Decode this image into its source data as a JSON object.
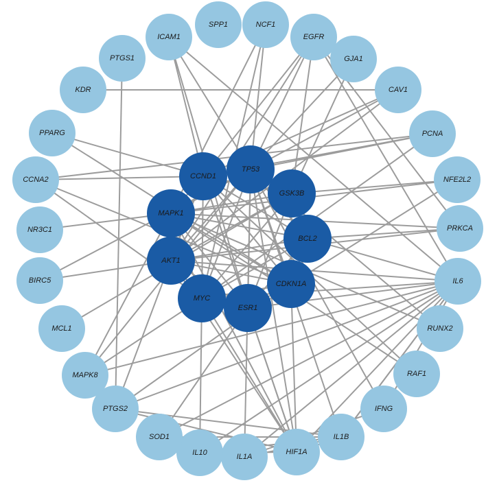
{
  "colors": {
    "outer_node": "#95c6e1",
    "core_node": "#1a5ba5",
    "edge": "#9c9c9c",
    "label": "#1a1a1a"
  },
  "nodes": [
    {
      "id": "SPP1",
      "group": "outer"
    },
    {
      "id": "NCF1",
      "group": "outer"
    },
    {
      "id": "EGFR",
      "group": "outer"
    },
    {
      "id": "GJA1",
      "group": "outer"
    },
    {
      "id": "CAV1",
      "group": "outer"
    },
    {
      "id": "PCNA",
      "group": "outer"
    },
    {
      "id": "NFE2L2",
      "group": "outer"
    },
    {
      "id": "PRKCA",
      "group": "outer"
    },
    {
      "id": "IL6",
      "group": "outer"
    },
    {
      "id": "RUNX2",
      "group": "outer"
    },
    {
      "id": "RAF1",
      "group": "outer"
    },
    {
      "id": "IFNG",
      "group": "outer"
    },
    {
      "id": "IL1B",
      "group": "outer"
    },
    {
      "id": "HIF1A",
      "group": "outer"
    },
    {
      "id": "IL1A",
      "group": "outer"
    },
    {
      "id": "IL10",
      "group": "outer"
    },
    {
      "id": "SOD1",
      "group": "outer"
    },
    {
      "id": "PTGS2",
      "group": "outer"
    },
    {
      "id": "MAPK8",
      "group": "outer"
    },
    {
      "id": "MCL1",
      "group": "outer"
    },
    {
      "id": "BIRC5",
      "group": "outer"
    },
    {
      "id": "NR3C1",
      "group": "outer"
    },
    {
      "id": "CCNA2",
      "group": "outer"
    },
    {
      "id": "PPARG",
      "group": "outer"
    },
    {
      "id": "KDR",
      "group": "outer"
    },
    {
      "id": "PTGS1",
      "group": "outer"
    },
    {
      "id": "ICAM1",
      "group": "outer"
    },
    {
      "id": "TP53",
      "group": "core"
    },
    {
      "id": "GSK3B",
      "group": "core"
    },
    {
      "id": "BCL2",
      "group": "core"
    },
    {
      "id": "CDKN1A",
      "group": "core"
    },
    {
      "id": "ESR1",
      "group": "core"
    },
    {
      "id": "MYC",
      "group": "core"
    },
    {
      "id": "AKT1",
      "group": "core"
    },
    {
      "id": "MAPK1",
      "group": "core"
    },
    {
      "id": "CCND1",
      "group": "core"
    }
  ],
  "edges": [
    [
      "TP53",
      "GSK3B"
    ],
    [
      "TP53",
      "BCL2"
    ],
    [
      "TP53",
      "CDKN1A"
    ],
    [
      "TP53",
      "ESR1"
    ],
    [
      "TP53",
      "MYC"
    ],
    [
      "TP53",
      "AKT1"
    ],
    [
      "TP53",
      "MAPK1"
    ],
    [
      "TP53",
      "CCND1"
    ],
    [
      "GSK3B",
      "BCL2"
    ],
    [
      "GSK3B",
      "CDKN1A"
    ],
    [
      "GSK3B",
      "ESR1"
    ],
    [
      "GSK3B",
      "MYC"
    ],
    [
      "GSK3B",
      "AKT1"
    ],
    [
      "GSK3B",
      "MAPK1"
    ],
    [
      "GSK3B",
      "CCND1"
    ],
    [
      "BCL2",
      "CDKN1A"
    ],
    [
      "BCL2",
      "ESR1"
    ],
    [
      "BCL2",
      "MYC"
    ],
    [
      "BCL2",
      "AKT1"
    ],
    [
      "BCL2",
      "MAPK1"
    ],
    [
      "BCL2",
      "CCND1"
    ],
    [
      "CDKN1A",
      "ESR1"
    ],
    [
      "CDKN1A",
      "MYC"
    ],
    [
      "CDKN1A",
      "AKT1"
    ],
    [
      "CDKN1A",
      "MAPK1"
    ],
    [
      "CDKN1A",
      "CCND1"
    ],
    [
      "ESR1",
      "MYC"
    ],
    [
      "ESR1",
      "AKT1"
    ],
    [
      "ESR1",
      "MAPK1"
    ],
    [
      "ESR1",
      "CCND1"
    ],
    [
      "MYC",
      "AKT1"
    ],
    [
      "MYC",
      "MAPK1"
    ],
    [
      "MYC",
      "CCND1"
    ],
    [
      "AKT1",
      "MAPK1"
    ],
    [
      "AKT1",
      "CCND1"
    ],
    [
      "MAPK1",
      "CCND1"
    ],
    [
      "ICAM1",
      "CCND1"
    ],
    [
      "ICAM1",
      "TP53"
    ],
    [
      "ICAM1",
      "ESR1"
    ],
    [
      "ICAM1",
      "IL6"
    ],
    [
      "NCF1",
      "TP53"
    ],
    [
      "NCF1",
      "MYC"
    ],
    [
      "NCF1",
      "MAPK1"
    ],
    [
      "EGFR",
      "TP53"
    ],
    [
      "EGFR",
      "GSK3B"
    ],
    [
      "EGFR",
      "CCND1"
    ],
    [
      "EGFR",
      "AKT1"
    ],
    [
      "EGFR",
      "PRKCA"
    ],
    [
      "EGFR",
      "IL6"
    ],
    [
      "GJA1",
      "GSK3B"
    ],
    [
      "GJA1",
      "TP53"
    ],
    [
      "KDR",
      "CAV1"
    ],
    [
      "CAV1",
      "TP53"
    ],
    [
      "CAV1",
      "AKT1"
    ],
    [
      "CAV1",
      "CCND1"
    ],
    [
      "PCNA",
      "TP53"
    ],
    [
      "PCNA",
      "CCND1"
    ],
    [
      "PCNA",
      "CCNA2"
    ],
    [
      "PCNA",
      "MYC"
    ],
    [
      "NFE2L2",
      "GSK3B"
    ],
    [
      "NFE2L2",
      "MAPK1"
    ],
    [
      "NFE2L2",
      "CDKN1A"
    ],
    [
      "PRKCA",
      "MAPK1"
    ],
    [
      "PRKCA",
      "BCL2"
    ],
    [
      "PRKCA",
      "AKT1"
    ],
    [
      "IL6",
      "BCL2"
    ],
    [
      "IL6",
      "AKT1"
    ],
    [
      "IL6",
      "ESR1"
    ],
    [
      "IL6",
      "MAPK8"
    ],
    [
      "IL6",
      "PTGS2"
    ],
    [
      "IL6",
      "IL10"
    ],
    [
      "IL6",
      "IL1B"
    ],
    [
      "IL6",
      "HIF1A"
    ],
    [
      "IL6",
      "MYC"
    ],
    [
      "IL6",
      "SOD1"
    ],
    [
      "RUNX2",
      "TP53"
    ],
    [
      "RUNX2",
      "MAPK1"
    ],
    [
      "RAF1",
      "MAPK1"
    ],
    [
      "RAF1",
      "CCND1"
    ],
    [
      "IFNG",
      "TP53"
    ],
    [
      "IFNG",
      "IL6"
    ],
    [
      "IFNG",
      "IL1A"
    ],
    [
      "IL1B",
      "IL10"
    ],
    [
      "IL1B",
      "TP53"
    ],
    [
      "IL1B",
      "IL6"
    ],
    [
      "HIF1A",
      "CDKN1A"
    ],
    [
      "HIF1A",
      "ESR1"
    ],
    [
      "HIF1A",
      "MYC"
    ],
    [
      "HIF1A",
      "AKT1"
    ],
    [
      "HIF1A",
      "MAPK1"
    ],
    [
      "HIF1A",
      "TP53"
    ],
    [
      "HIF1A",
      "PTGS2"
    ],
    [
      "HIF1A",
      "IL1B"
    ],
    [
      "HIF1A",
      "IL10"
    ],
    [
      "HIF1A",
      "CCND1"
    ],
    [
      "IL1A",
      "IL1B"
    ],
    [
      "IL1A",
      "TP53"
    ],
    [
      "IL1A",
      "IL6"
    ],
    [
      "IL10",
      "MYC"
    ],
    [
      "IL10",
      "IL1A"
    ],
    [
      "SOD1",
      "ESR1"
    ],
    [
      "SOD1",
      "IL1B"
    ],
    [
      "PTGS2",
      "PTGS1"
    ],
    [
      "PTGS2",
      "AKT1"
    ],
    [
      "PTGS2",
      "CDKN1A"
    ],
    [
      "PTGS2",
      "IL1B"
    ],
    [
      "MAPK8",
      "MAPK1"
    ],
    [
      "MAPK8",
      "MYC"
    ],
    [
      "MAPK8",
      "TP53"
    ],
    [
      "MCL1",
      "GSK3B"
    ],
    [
      "BIRC5",
      "TP53"
    ],
    [
      "BIRC5",
      "AKT1"
    ],
    [
      "NR3C1",
      "MAPK1"
    ],
    [
      "CCNA2",
      "CCND1"
    ],
    [
      "CCNA2",
      "CDKN1A"
    ],
    [
      "CCNA2",
      "MYC"
    ],
    [
      "PPARG",
      "CCND1"
    ],
    [
      "PPARG",
      "CDKN1A"
    ]
  ]
}
